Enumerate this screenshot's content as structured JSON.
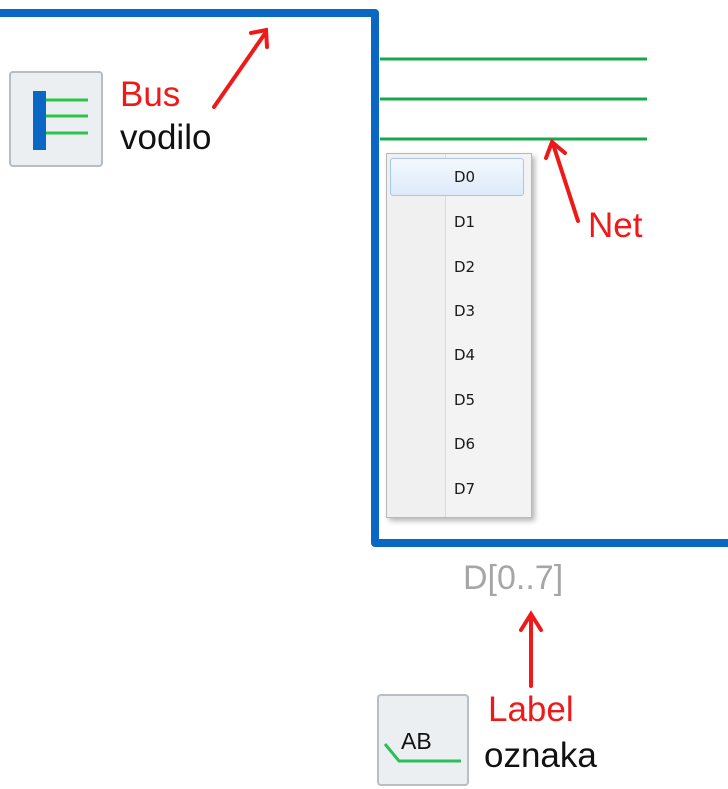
{
  "annotations": {
    "bus": {
      "en": "Bus",
      "local": "vodilo"
    },
    "net": {
      "en": "Net"
    },
    "label": {
      "en": "Label",
      "local": "oznaka"
    }
  },
  "bus_label": "D[0..7]",
  "label_tool_text": "AB",
  "net_menu": {
    "items": [
      "D0",
      "D1",
      "D2",
      "D3",
      "D4",
      "D5",
      "D6",
      "D7"
    ],
    "selected": "D0"
  },
  "colors": {
    "bus": "#0a67c4",
    "net": "#17a84a",
    "arrow": "#ee1a1a",
    "bus_label": "#a6a6a6"
  }
}
